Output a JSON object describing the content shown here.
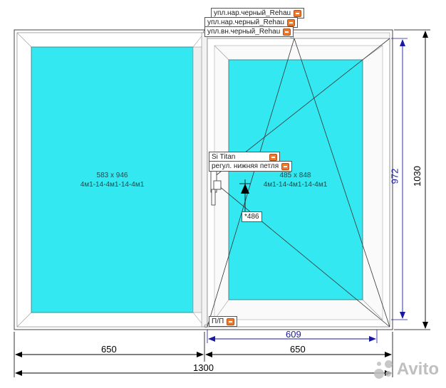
{
  "window": {
    "left_sash": {
      "size": "583 x 946",
      "glass": "4м1-14-4м1-14-4м1"
    },
    "right_sash": {
      "size": "485 x 848",
      "glass": "4м1-14-4м1-14-4м1"
    }
  },
  "callouts": {
    "seal_outer_1": "упл.нар.черный_Rehau",
    "seal_outer_2": "упл.нар.черный_Rehau",
    "seal_inner": "упл.вн.черный_Rehau",
    "handle_name": "Si Titan",
    "hinge_adjust": "регул. нижняя петля",
    "handle_height": "*486",
    "pp": "П/П"
  },
  "dimensions": {
    "left_width": "650",
    "right_width": "650",
    "total_width": "1300",
    "sash_width": "609",
    "sash_height": "972",
    "total_height": "1030"
  },
  "colors": {
    "glass": "#33e8f0",
    "frame": "#ffffff",
    "dim_blue": "#1a1aa0"
  },
  "watermark": {
    "brand": "Avito"
  }
}
